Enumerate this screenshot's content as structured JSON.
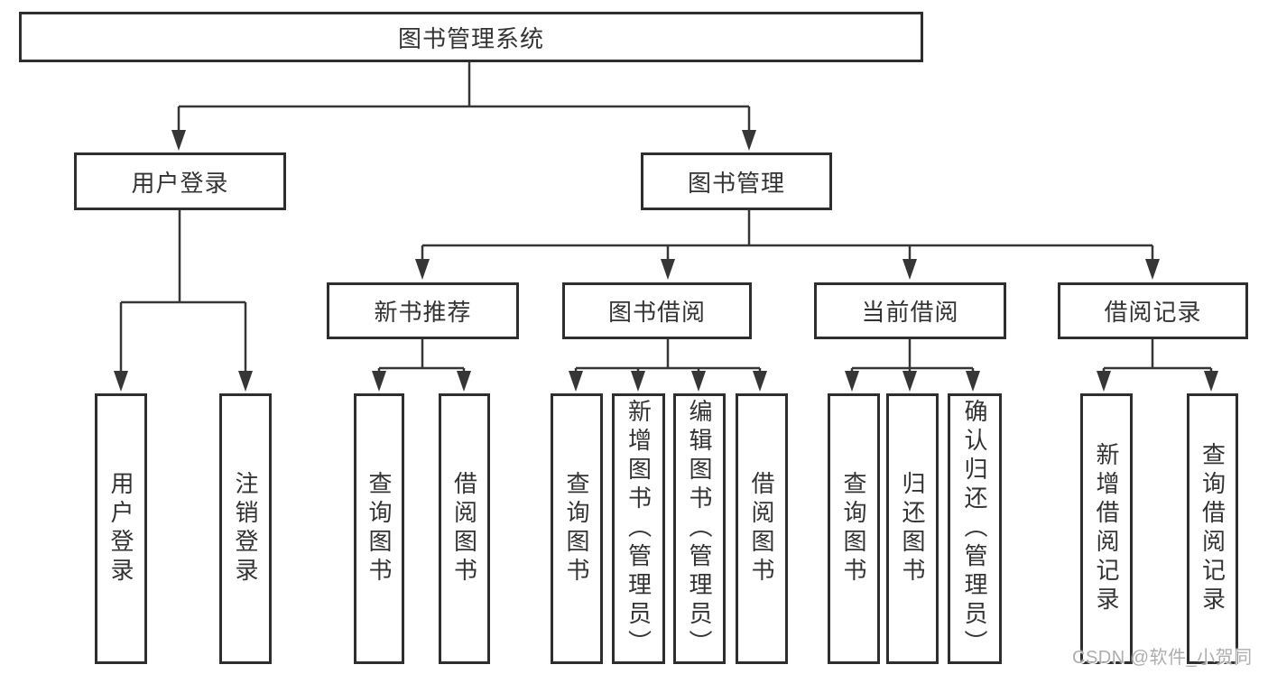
{
  "tree": {
    "root": {
      "label": "图书管理系统"
    },
    "user_login": {
      "label": "用户登录",
      "children": [
        {
          "label": "用户登录"
        },
        {
          "label": "注销登录"
        }
      ]
    },
    "book_management": {
      "label": "图书管理",
      "children": [
        {
          "label": "新书推荐",
          "children": [
            {
              "label": "查询图书"
            },
            {
              "label": "借阅图书"
            }
          ]
        },
        {
          "label": "图书借阅",
          "children": [
            {
              "label": "查询图书"
            },
            {
              "label": "新增图书（管理员）"
            },
            {
              "label": "编辑图书（管理员）"
            },
            {
              "label": "借阅图书"
            }
          ]
        },
        {
          "label": "当前借阅",
          "children": [
            {
              "label": "查询图书"
            },
            {
              "label": "归还图书"
            },
            {
              "label": "确认归还（管理员）"
            }
          ]
        },
        {
          "label": "借阅记录",
          "children": [
            {
              "label": "新增借阅记录"
            },
            {
              "label": "查询借阅记录"
            }
          ]
        }
      ]
    }
  },
  "watermark": "CSDN @软件_小贺同学",
  "colors": {
    "line": "#363636",
    "box_border": "#2e2e2e",
    "text": "#333333",
    "watermark": "#aeaeae",
    "background": "#ffffff"
  }
}
